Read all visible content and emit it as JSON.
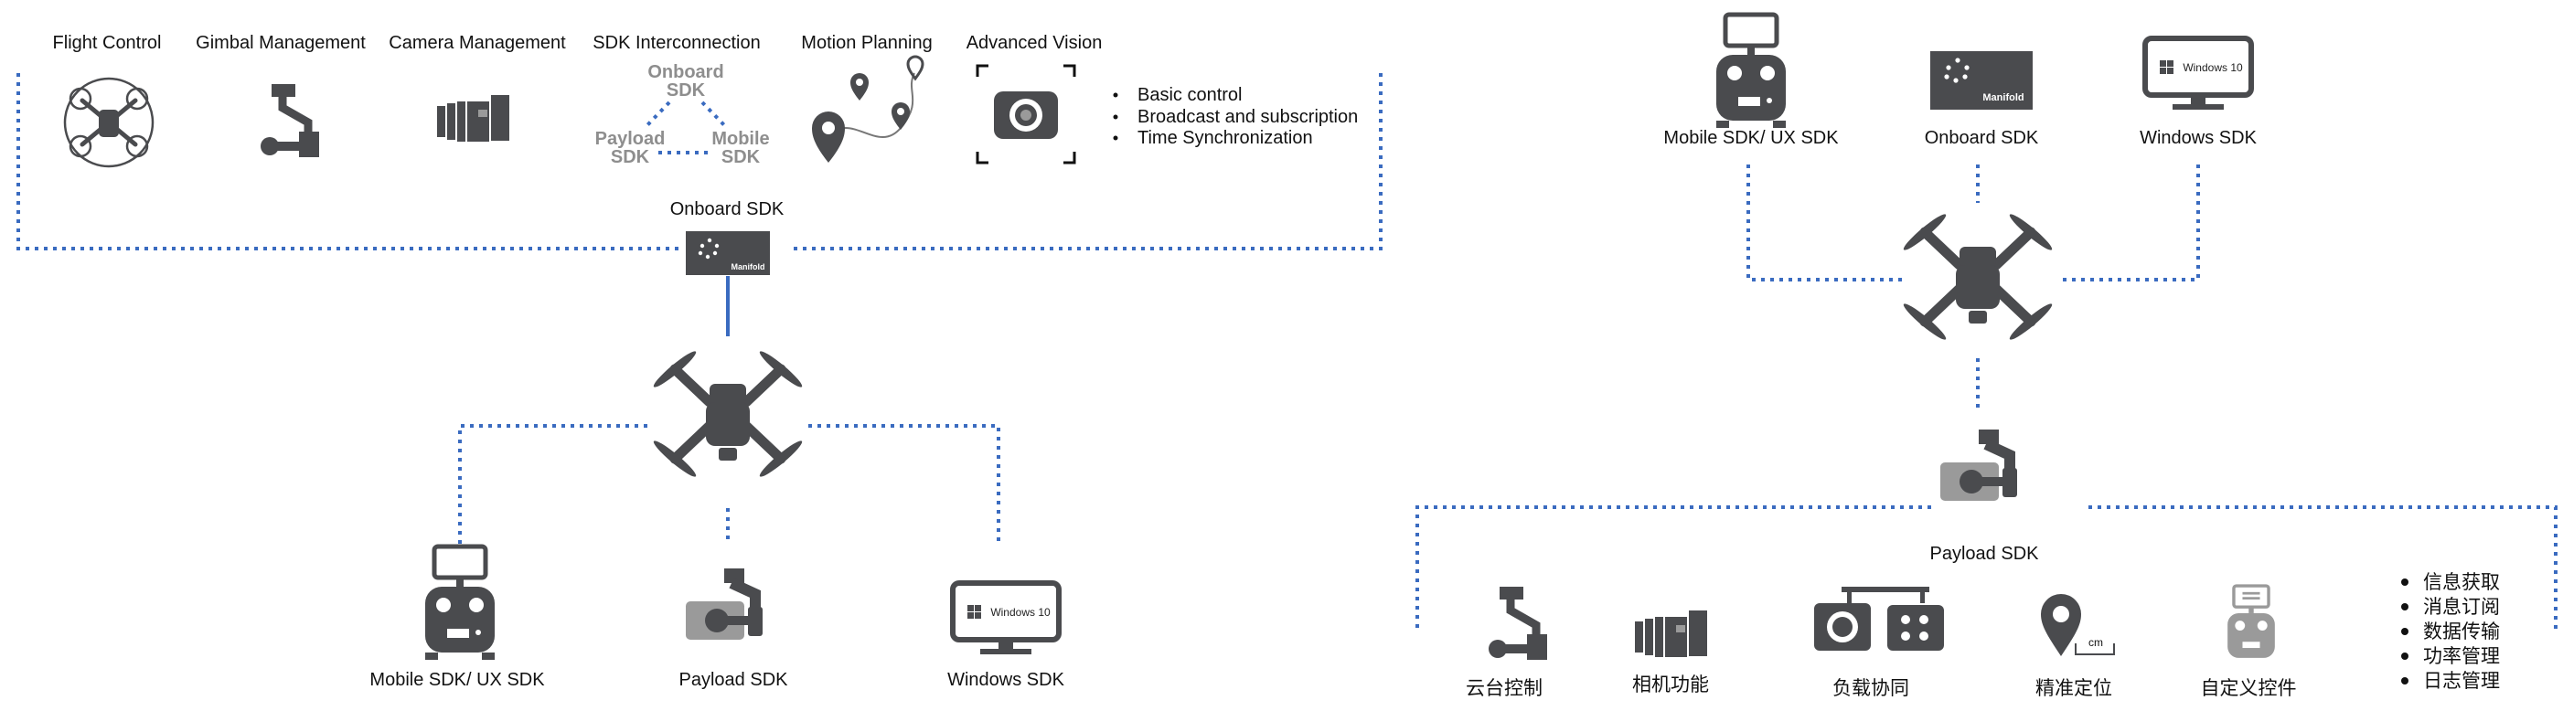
{
  "left": {
    "features": [
      {
        "label": "Flight Control",
        "icon": "drone-circle-icon"
      },
      {
        "label": "Gimbal Management",
        "icon": "gimbal-icon"
      },
      {
        "label": "Camera Management",
        "icon": "camera-icon"
      },
      {
        "label": "SDK Interconnection",
        "icon": "sdk-interconnection-icon"
      },
      {
        "label": "Motion Planning",
        "icon": "route-pins-icon"
      },
      {
        "label": "Advanced Vision",
        "icon": "vision-frame-icon"
      }
    ],
    "interconnection": {
      "onboard_1": "Onboard",
      "onboard_2": "SDK",
      "payload_1": "Payload",
      "payload_2": "SDK",
      "mobile_1": "Mobile",
      "mobile_2": "SDK"
    },
    "bullets": [
      "Basic control",
      "Broadcast and subscription",
      "Time Synchronization"
    ],
    "onboard_label": "Onboard SDK",
    "manifold_text": "Manifold",
    "bottom": [
      {
        "label": "Mobile SDK/ UX SDK",
        "icon": "remote-controller-icon"
      },
      {
        "label": "Payload SDK",
        "icon": "gimbal-camera-icon"
      },
      {
        "label": "Windows SDK",
        "icon": "windows-monitor-icon"
      }
    ],
    "windows_text": "Windows 10"
  },
  "right": {
    "top": [
      {
        "label": "Mobile SDK/ UX SDK",
        "icon": "remote-controller-icon"
      },
      {
        "label": "Onboard SDK",
        "icon": "manifold-icon"
      },
      {
        "label": "Windows SDK",
        "icon": "windows-monitor-icon"
      }
    ],
    "manifold_text": "Manifold",
    "windows_text": "Windows 10",
    "payload_label": "Payload SDK",
    "features": [
      {
        "label": "云台控制",
        "icon": "gimbal-icon"
      },
      {
        "label": "相机功能",
        "icon": "camera-icon"
      },
      {
        "label": "负载协同",
        "icon": "multi-payload-icon"
      },
      {
        "label": "精准定位",
        "icon": "location-pin-icon"
      },
      {
        "label": "自定义控件",
        "icon": "custom-widget-icon"
      }
    ],
    "cm_text": "cm",
    "bullets": [
      "信息获取",
      "消息订阅",
      "数据传输",
      "功率管理",
      "日志管理"
    ]
  },
  "colors": {
    "connector": "#3a6bc0",
    "icon_dark": "#4a4b4e",
    "icon_light": "#9a9a9a"
  }
}
